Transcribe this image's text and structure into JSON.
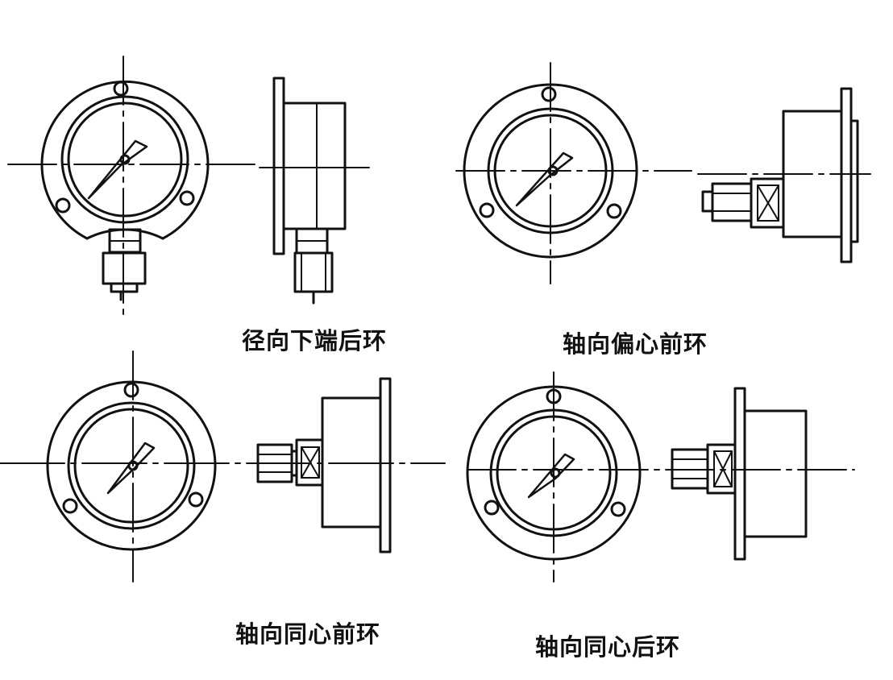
{
  "colors": {
    "ink": "#111111",
    "background": "#ffffff"
  },
  "figures": [
    {
      "id": "radial-bottom-rear-flange",
      "caption": "径向下端后环"
    },
    {
      "id": "axial-eccentric-front-flange",
      "caption": "轴向偏心前环"
    },
    {
      "id": "axial-concentric-front-flange",
      "caption": "轴向同心前环"
    },
    {
      "id": "axial-concentric-rear-flange",
      "caption": "轴向同心后环"
    }
  ]
}
